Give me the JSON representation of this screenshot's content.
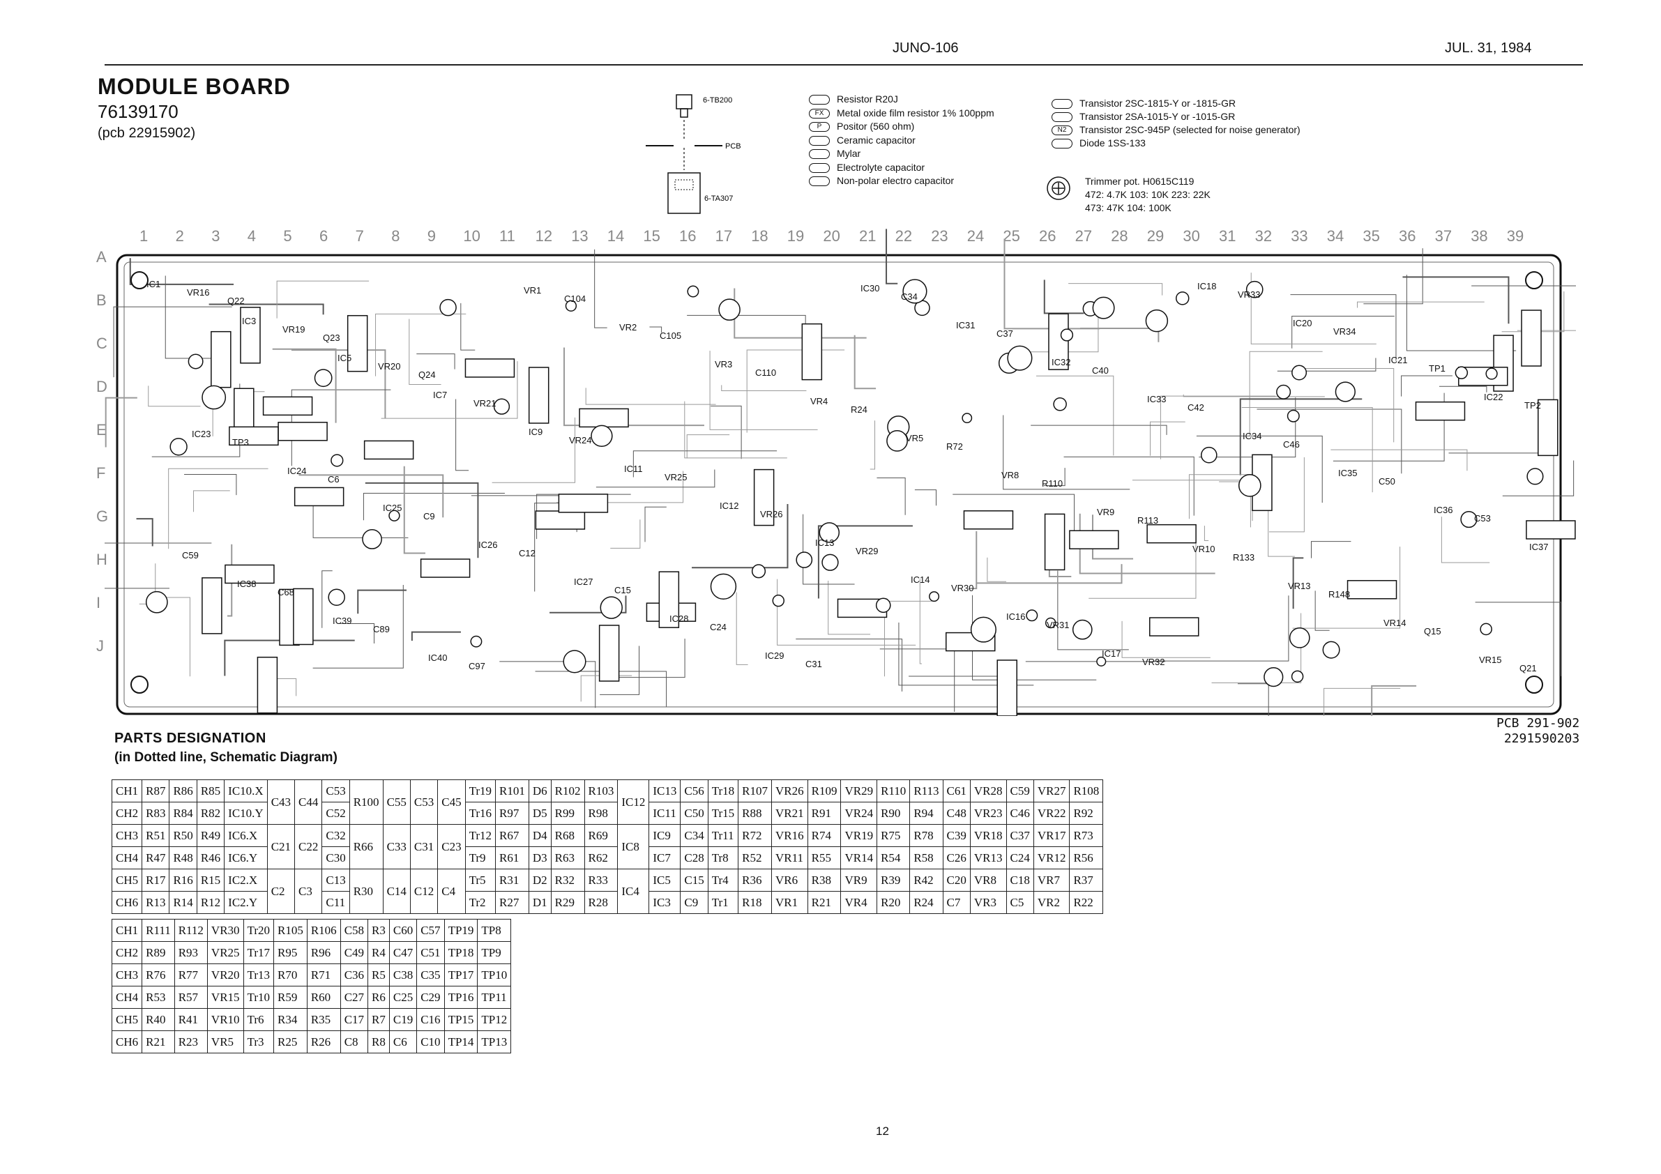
{
  "header": {
    "model": "JUNO-106",
    "date": "JUL. 31, 1984"
  },
  "module": {
    "title": "MODULE BOARD",
    "part_number": "76139170",
    "pcb": "(pcb 22915902)"
  },
  "connector": {
    "top_label": "6-TB200",
    "mid_label": "PCB",
    "bottom_label": "6-TA307"
  },
  "legend": {
    "col1": [
      {
        "sym": "",
        "text": "Resistor R20J"
      },
      {
        "sym": "FX",
        "text": "Metal oxide film resistor 1% 100ppm"
      },
      {
        "sym": "P",
        "text": "Positor (560 ohm)"
      },
      {
        "sym": "",
        "text": "Ceramic capacitor"
      },
      {
        "sym": "",
        "text": "Mylar"
      },
      {
        "sym": "",
        "text": "Electrolyte capacitor"
      },
      {
        "sym": "",
        "text": "Non-polar electro capacitor"
      }
    ],
    "col2": [
      {
        "sym": "",
        "text": "Transistor 2SC-1815-Y or -1815-GR"
      },
      {
        "sym": "",
        "text": "Transistor 2SA-1015-Y or -1015-GR"
      },
      {
        "sym": "N2",
        "text": "Transistor 2SC-945P (selected for noise generator)"
      },
      {
        "sym": "",
        "text": "Diode 1SS-133"
      }
    ],
    "trimmer": [
      "Trimmer pot. H0615C119",
      "472: 4.7K  103: 10K  223:  22K",
      "473: 47K  104:  100K"
    ]
  },
  "grid": {
    "columns": [
      "1",
      "2",
      "3",
      "4",
      "5",
      "6",
      "7",
      "8",
      "9",
      "10",
      "11",
      "12",
      "13",
      "14",
      "15",
      "16",
      "17",
      "18",
      "19",
      "20",
      "21",
      "22",
      "23",
      "24",
      "25",
      "26",
      "27",
      "28",
      "29",
      "30",
      "31",
      "32",
      "33",
      "34",
      "35",
      "36",
      "37",
      "38",
      "39"
    ],
    "rows": [
      "A",
      "B",
      "C",
      "D",
      "E",
      "F",
      "G",
      "H",
      "I",
      "J"
    ]
  },
  "board_labels": [
    "IC1",
    "IC3",
    "IC5",
    "IC7",
    "IC9",
    "IC11",
    "IC12",
    "IC13",
    "IC14",
    "IC16",
    "IC17",
    "IC18",
    "IC20",
    "IC21",
    "IC22",
    "IC23",
    "IC24",
    "IC25",
    "IC26",
    "IC27",
    "IC28",
    "IC29",
    "IC30",
    "IC31",
    "IC32",
    "IC33",
    "IC34",
    "IC35",
    "IC36",
    "IC37",
    "IC38",
    "IC39",
    "IC40",
    "VR1",
    "VR2",
    "VR3",
    "VR4",
    "VR5",
    "VR8",
    "VR9",
    "VR10",
    "VR13",
    "VR14",
    "VR15",
    "VR16",
    "VR19",
    "VR20",
    "VR21",
    "VR24",
    "VR25",
    "VR26",
    "VR29",
    "VR30",
    "VR31",
    "VR32",
    "VR33",
    "VR34",
    "TP1",
    "TP2",
    "TP3",
    "C6",
    "C9",
    "C12",
    "C15",
    "C24",
    "C31",
    "C34",
    "C37",
    "C40",
    "C42",
    "C46",
    "C50",
    "C53",
    "C59",
    "C68",
    "C89",
    "C97",
    "C104",
    "C105",
    "C110",
    "R24",
    "R72",
    "R110",
    "R113",
    "R133",
    "R148",
    "Q15",
    "Q21",
    "Q22",
    "Q23",
    "Q24"
  ],
  "pcb_code": [
    "PCB 291-902",
    "2291590203"
  ],
  "parts_designation": {
    "title": "PARTS DESIGNATION",
    "subtitle": "(in Dotted line, Schematic Diagram)"
  },
  "table1": [
    {
      "cells": [
        {
          "t": "CH1"
        },
        {
          "t": "R87"
        },
        {
          "t": "R86"
        },
        {
          "t": "R85"
        },
        {
          "t": "IC10.X"
        },
        {
          "t": "C43",
          "rs": 2
        },
        {
          "t": "C44",
          "rs": 2
        },
        {
          "t": "C53"
        },
        {
          "t": "R100",
          "rs": 2
        },
        {
          "t": "C55",
          "rs": 2
        },
        {
          "t": "C53",
          "rs": 2
        },
        {
          "t": "C45",
          "rs": 2
        },
        {
          "t": "Tr19"
        },
        {
          "t": "R101"
        },
        {
          "t": "D6"
        },
        {
          "t": "R102"
        },
        {
          "t": "R103"
        },
        {
          "t": "IC12",
          "rs": 2
        },
        {
          "t": "IC13"
        },
        {
          "t": "C56"
        },
        {
          "t": "Tr18"
        },
        {
          "t": "R107"
        },
        {
          "t": "VR26"
        },
        {
          "t": "R109"
        },
        {
          "t": "VR29"
        },
        {
          "t": "R110"
        },
        {
          "t": "R113"
        },
        {
          "t": "C61"
        },
        {
          "t": "VR28"
        },
        {
          "t": "C59"
        },
        {
          "t": "VR27"
        },
        {
          "t": "R108"
        }
      ]
    },
    {
      "cells": [
        {
          "t": "CH2"
        },
        {
          "t": "R83"
        },
        {
          "t": "R84"
        },
        {
          "t": "R82"
        },
        {
          "t": "IC10.Y"
        },
        {
          "t": "C52"
        },
        {
          "t": "Tr16"
        },
        {
          "t": "R97"
        },
        {
          "t": "D5"
        },
        {
          "t": "R99"
        },
        {
          "t": "R98"
        },
        {
          "t": "IC11"
        },
        {
          "t": "C50"
        },
        {
          "t": "Tr15"
        },
        {
          "t": "R88"
        },
        {
          "t": "VR21"
        },
        {
          "t": "R91"
        },
        {
          "t": "VR24"
        },
        {
          "t": "R90"
        },
        {
          "t": "R94"
        },
        {
          "t": "C48"
        },
        {
          "t": "VR23"
        },
        {
          "t": "C46"
        },
        {
          "t": "VR22"
        },
        {
          "t": "R92"
        }
      ]
    },
    {
      "cells": [
        {
          "t": "CH3"
        },
        {
          "t": "R51"
        },
        {
          "t": "R50"
        },
        {
          "t": "R49"
        },
        {
          "t": "IC6.X"
        },
        {
          "t": "C21",
          "rs": 2
        },
        {
          "t": "C22",
          "rs": 2
        },
        {
          "t": "C32"
        },
        {
          "t": "R66",
          "rs": 2
        },
        {
          "t": "C33",
          "rs": 2
        },
        {
          "t": "C31",
          "rs": 2
        },
        {
          "t": "C23",
          "rs": 2
        },
        {
          "t": "Tr12"
        },
        {
          "t": "R67"
        },
        {
          "t": "D4"
        },
        {
          "t": "R68"
        },
        {
          "t": "R69"
        },
        {
          "t": "IC8",
          "rs": 2
        },
        {
          "t": "IC9"
        },
        {
          "t": "C34"
        },
        {
          "t": "Tr11"
        },
        {
          "t": "R72"
        },
        {
          "t": "VR16"
        },
        {
          "t": "R74"
        },
        {
          "t": "VR19"
        },
        {
          "t": "R75"
        },
        {
          "t": "R78"
        },
        {
          "t": "C39"
        },
        {
          "t": "VR18"
        },
        {
          "t": "C37"
        },
        {
          "t": "VR17"
        },
        {
          "t": "R73"
        }
      ]
    },
    {
      "cells": [
        {
          "t": "CH4"
        },
        {
          "t": "R47"
        },
        {
          "t": "R48"
        },
        {
          "t": "R46"
        },
        {
          "t": "IC6.Y"
        },
        {
          "t": "C30"
        },
        {
          "t": "Tr9"
        },
        {
          "t": "R61"
        },
        {
          "t": "D3"
        },
        {
          "t": "R63"
        },
        {
          "t": "R62"
        },
        {
          "t": "IC7"
        },
        {
          "t": "C28"
        },
        {
          "t": "Tr8"
        },
        {
          "t": "R52"
        },
        {
          "t": "VR11"
        },
        {
          "t": "R55"
        },
        {
          "t": "VR14"
        },
        {
          "t": "R54"
        },
        {
          "t": "R58"
        },
        {
          "t": "C26"
        },
        {
          "t": "VR13"
        },
        {
          "t": "C24"
        },
        {
          "t": "VR12"
        },
        {
          "t": "R56"
        }
      ]
    },
    {
      "cells": [
        {
          "t": "CH5"
        },
        {
          "t": "R17"
        },
        {
          "t": "R16"
        },
        {
          "t": "R15"
        },
        {
          "t": "IC2.X"
        },
        {
          "t": "C2",
          "rs": 2
        },
        {
          "t": "C3",
          "rs": 2
        },
        {
          "t": "C13"
        },
        {
          "t": "R30",
          "rs": 2
        },
        {
          "t": "C14",
          "rs": 2
        },
        {
          "t": "C12",
          "rs": 2
        },
        {
          "t": "C4",
          "rs": 2
        },
        {
          "t": "Tr5"
        },
        {
          "t": "R31"
        },
        {
          "t": "D2"
        },
        {
          "t": "R32"
        },
        {
          "t": "R33"
        },
        {
          "t": "IC4",
          "rs": 2
        },
        {
          "t": "IC5"
        },
        {
          "t": "C15"
        },
        {
          "t": "Tr4"
        },
        {
          "t": "R36"
        },
        {
          "t": "VR6"
        },
        {
          "t": "R38"
        },
        {
          "t": "VR9"
        },
        {
          "t": "R39"
        },
        {
          "t": "R42"
        },
        {
          "t": "C20"
        },
        {
          "t": "VR8"
        },
        {
          "t": "C18"
        },
        {
          "t": "VR7"
        },
        {
          "t": "R37"
        }
      ]
    },
    {
      "cells": [
        {
          "t": "CH6"
        },
        {
          "t": "R13"
        },
        {
          "t": "R14"
        },
        {
          "t": "R12"
        },
        {
          "t": "IC2.Y"
        },
        {
          "t": "C11"
        },
        {
          "t": "Tr2"
        },
        {
          "t": "R27"
        },
        {
          "t": "D1"
        },
        {
          "t": "R29"
        },
        {
          "t": "R28"
        },
        {
          "t": "IC3"
        },
        {
          "t": "C9"
        },
        {
          "t": "Tr1"
        },
        {
          "t": "R18"
        },
        {
          "t": "VR1"
        },
        {
          "t": "R21"
        },
        {
          "t": "VR4"
        },
        {
          "t": "R20"
        },
        {
          "t": "R24"
        },
        {
          "t": "C7"
        },
        {
          "t": "VR3"
        },
        {
          "t": "C5"
        },
        {
          "t": "VR2"
        },
        {
          "t": "R22"
        }
      ]
    }
  ],
  "table2": [
    [
      "CH1",
      "R111",
      "R112",
      "VR30",
      "Tr20",
      "R105",
      "R106",
      "C58",
      "R3",
      "C60",
      "C57",
      "TP19",
      "TP8"
    ],
    [
      "CH2",
      "R89",
      "R93",
      "VR25",
      "Tr17",
      "R95",
      "R96",
      "C49",
      "R4",
      "C47",
      "C51",
      "TP18",
      "TP9"
    ],
    [
      "CH3",
      "R76",
      "R77",
      "VR20",
      "Tr13",
      "R70",
      "R71",
      "C36",
      "R5",
      "C38",
      "C35",
      "TP17",
      "TP10"
    ],
    [
      "CH4",
      "R53",
      "R57",
      "VR15",
      "Tr10",
      "R59",
      "R60",
      "C27",
      "R6",
      "C25",
      "C29",
      "TP16",
      "TP11"
    ],
    [
      "CH5",
      "R40",
      "R41",
      "VR10",
      "Tr6",
      "R34",
      "R35",
      "C17",
      "R7",
      "C19",
      "C16",
      "TP15",
      "TP12"
    ],
    [
      "CH6",
      "R21",
      "R23",
      "VR5",
      "Tr3",
      "R25",
      "R26",
      "C8",
      "R8",
      "C6",
      "C10",
      "TP14",
      "TP13"
    ]
  ],
  "page_number": "12"
}
